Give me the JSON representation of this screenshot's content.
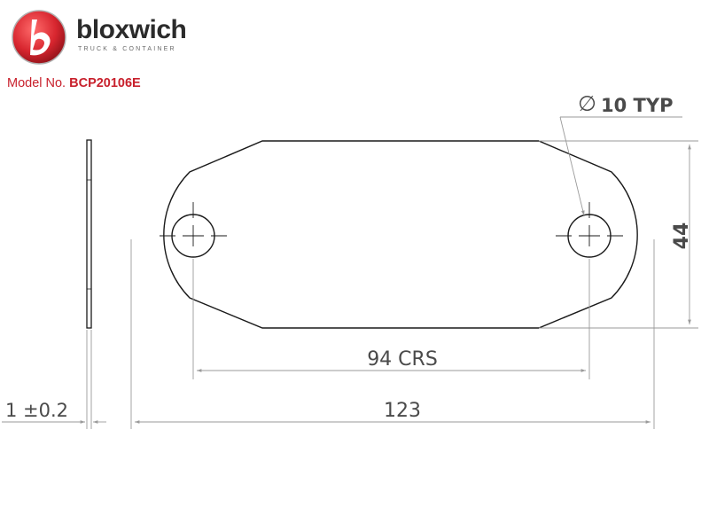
{
  "brand": {
    "name": "bloxwich",
    "tagline": "TRUCK & CONTAINER",
    "logo_letter": "b",
    "logo_color": "#d8262f"
  },
  "model": {
    "label": "Model No.",
    "number": "BCP20106E"
  },
  "dimensions": {
    "hole_symbol": "∅",
    "hole_note": "10 TYP",
    "height": "44",
    "centers": "94 CRS",
    "length": "123",
    "thickness": "1 ±0.2"
  },
  "colors": {
    "accent": "#c8202c",
    "outline": "#1a1a1a",
    "dimension_line": "#9a9a9a",
    "dimension_text": "#4a4a4a"
  }
}
